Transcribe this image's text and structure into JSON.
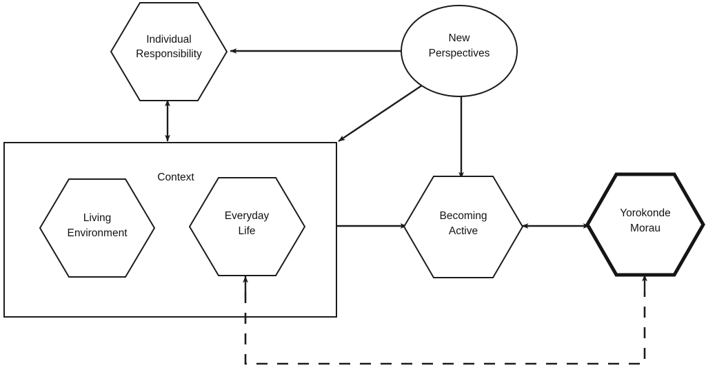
{
  "diagram": {
    "title": "Conceptual model diagram",
    "background_color": "#ffffff",
    "line_color": "#1b1b1b",
    "nodes": {
      "individual_responsibility": {
        "label_line1": "Individual",
        "label_line2": "Responsibility",
        "shape": "hexagon",
        "emphasis": "normal"
      },
      "new_perspectives": {
        "label_line1": "New",
        "label_line2": "Perspectives",
        "shape": "ellipse",
        "emphasis": "normal"
      },
      "living_environment": {
        "label_line1": "Living",
        "label_line2": "Environment",
        "shape": "hexagon",
        "emphasis": "normal"
      },
      "everyday_life": {
        "label_line1": "Everyday",
        "label_line2": "Life",
        "shape": "hexagon",
        "emphasis": "normal"
      },
      "becoming_active": {
        "label_line1": "Becoming",
        "label_line2": "Active",
        "shape": "hexagon",
        "emphasis": "normal"
      },
      "yorokonde_morau": {
        "label_line1": "Yorokonde",
        "label_line2": "Morau",
        "shape": "hexagon",
        "emphasis": "bold"
      }
    },
    "groups": {
      "context": {
        "label": "Context",
        "shape": "rectangle"
      }
    },
    "edges": [
      {
        "id": "new-perspectives-to-individual-responsibility",
        "from": "new_perspectives",
        "to": "individual_responsibility",
        "style": "solid",
        "arrows": "single"
      },
      {
        "id": "new-perspectives-to-context",
        "from": "new_perspectives",
        "to": "context",
        "style": "solid",
        "arrows": "single"
      },
      {
        "id": "new-perspectives-to-becoming-active",
        "from": "new_perspectives",
        "to": "becoming_active",
        "style": "solid",
        "arrows": "single"
      },
      {
        "id": "individual-responsibility-to-context",
        "from": "individual_responsibility",
        "to": "context",
        "style": "solid",
        "arrows": "double"
      },
      {
        "id": "context-to-becoming-active",
        "from": "context",
        "to": "becoming_active",
        "style": "solid",
        "arrows": "single"
      },
      {
        "id": "becoming-active-to-yorokonde-morau",
        "from": "becoming_active",
        "to": "yorokonde_morau",
        "style": "solid",
        "arrows": "double"
      },
      {
        "id": "yorokonde-morau-to-everyday-life",
        "from": "yorokonde_morau",
        "to": "everyday_life",
        "style": "dashed",
        "arrows": "double"
      }
    ]
  }
}
